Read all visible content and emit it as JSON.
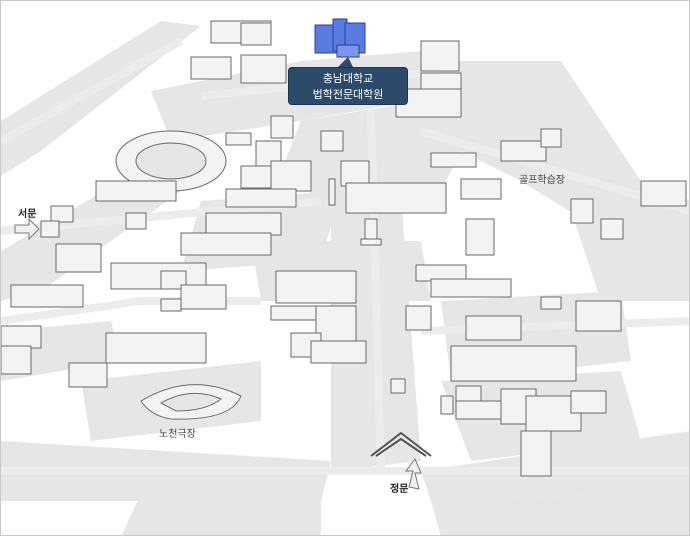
{
  "map": {
    "labels": {
      "west_gate": "서문",
      "main_gate": "정문",
      "golf_range": "골프학습장",
      "open_theater": "노천극장"
    },
    "selected": {
      "line1": "충남대학교",
      "line2": "법학전문대학원"
    },
    "colors": {
      "road": "#e7e7e7",
      "building_fill": "#f3f3f3",
      "building_stroke": "#6a6a6a",
      "highlight_fill": "#5577dd",
      "tooltip_bg": "#2c4a6a"
    }
  }
}
